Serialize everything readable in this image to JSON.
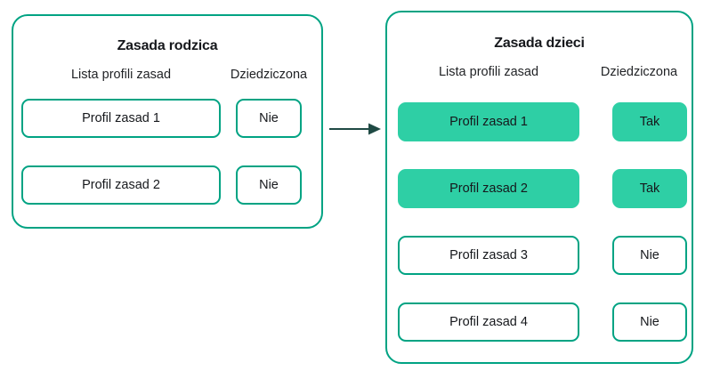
{
  "diagram": {
    "title_parent": "Zasada rodzica",
    "title_child": "Zasada dzieci",
    "arrow_icon": "arrow-right-icon",
    "colors": {
      "border": "#00a383",
      "highlight_fill": "#2ecfa5",
      "arrow": "#1f4a44",
      "text": "#16181c",
      "background": "#ffffff"
    }
  },
  "parent_panel": {
    "title": "Zasada rodzica",
    "headers": {
      "profiles": "Lista profili zasad",
      "inherited": "Dziedziczona"
    },
    "rows": [
      {
        "profile": "Profil zasad 1",
        "inherited": "Nie",
        "highlighted": false
      },
      {
        "profile": "Profil zasad 2",
        "inherited": "Nie",
        "highlighted": false
      }
    ]
  },
  "child_panel": {
    "title": "Zasada dzieci",
    "headers": {
      "profiles": "Lista profili zasad",
      "inherited": "Dziedziczona"
    },
    "rows": [
      {
        "profile": "Profil zasad 1",
        "inherited": "Tak",
        "highlighted": true
      },
      {
        "profile": "Profil zasad 2",
        "inherited": "Tak",
        "highlighted": true
      },
      {
        "profile": "Profil zasad 3",
        "inherited": "Nie",
        "highlighted": false
      },
      {
        "profile": "Profil zasad 4",
        "inherited": "Nie",
        "highlighted": false
      }
    ]
  }
}
